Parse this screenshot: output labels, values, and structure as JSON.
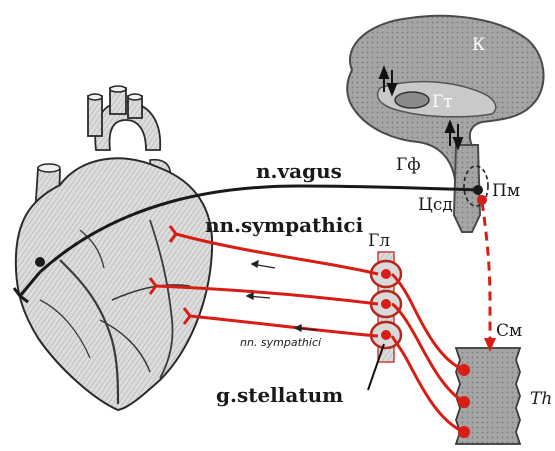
{
  "labels": {
    "vagus": "n.vagus",
    "sympathici": "nn.sympathici",
    "sympathici_small": "nn. sympathici",
    "stellatum": "g.stellatum",
    "k": "К",
    "gt": "Гт",
    "gf": "Гф",
    "pm": "Пм",
    "csd": "Цсд",
    "gl": "Гл",
    "sm": "См",
    "th": "Th"
  },
  "colors": {
    "sympathetic": "#d81e14",
    "vagus": "#1a1a1a",
    "brain_fill": "#b8b8b8",
    "brain_outline": "#4a4a4a",
    "heart_fill": "#d4d4d4",
    "cord_fill": "#9a9a9a"
  }
}
